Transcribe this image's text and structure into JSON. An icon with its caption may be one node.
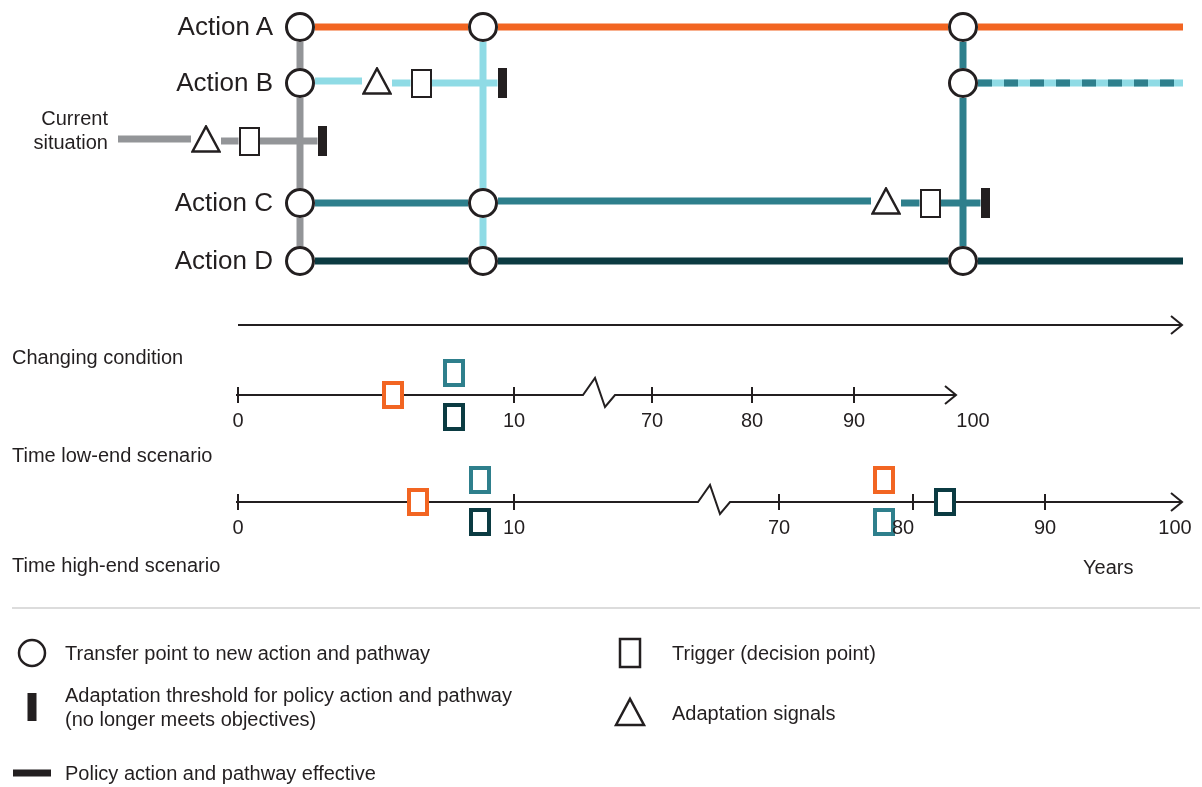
{
  "diagram": {
    "nodes": [
      {
        "text": [],
        "shape": "circle",
        "beside": [
          "Action A"
        ]
      },
      {
        "text": [],
        "shape": "circle"
      },
      {
        "text": [],
        "shape": "circle"
      },
      {
        "text": [],
        "shape": "circle",
        "beside": [
          "Action B"
        ]
      },
      {
        "text": [],
        "shape": "bar"
      },
      {
        "text": [],
        "shape": "circle"
      },
      {
        "text": [
          "Current situation"
        ]
      },
      {
        "text": [],
        "shape": "bar"
      },
      {
        "text": [],
        "shape": "circle",
        "beside": [
          "Action C"
        ]
      },
      {
        "text": [],
        "shape": "circle"
      },
      {
        "text": [],
        "shape": "bar"
      },
      {
        "text": [],
        "shape": "circle",
        "beside": [
          "Action D"
        ]
      },
      {
        "text": [],
        "shape": "circle"
      },
      {
        "text": [],
        "shape": "circle"
      },
      {
        "text": [],
        "shape": "triangle"
      },
      {
        "text": [],
        "shape": "box"
      },
      {
        "text": [],
        "shape": "triangle"
      },
      {
        "text": [],
        "shape": "box"
      },
      {
        "text": [],
        "shape": "triangle"
      },
      {
        "text": [],
        "shape": "box"
      }
    ],
    "edges": [
      {
        "from": 6,
        "to": 14,
        "arrow": "none",
        "color": "#939598"
      },
      {
        "from": 0,
        "to": 3,
        "arrow": "none",
        "color": "#939598"
      },
      {
        "from": 3,
        "to": 8,
        "arrow": "none",
        "color": "#939598"
      },
      {
        "from": 8,
        "to": 11,
        "arrow": "none",
        "color": "#939598"
      },
      {
        "from": 0,
        "to": 1,
        "arrow": "none",
        "color": "#f26522"
      },
      {
        "from": 1,
        "to": 2,
        "arrow": "none",
        "color": "#f26522"
      },
      {
        "from": 2,
        "to": null,
        "arrow": "none",
        "color": "#f26522"
      },
      {
        "from": 3,
        "to": 16,
        "arrow": "none",
        "color": "#8fdbe5"
      },
      {
        "from": 1,
        "to": 9,
        "arrow": "none",
        "color": "#8fdbe5"
      },
      {
        "from": 9,
        "to": 12,
        "arrow": "none",
        "color": "#8fdbe5"
      },
      {
        "from": 8,
        "to": 9,
        "arrow": "none",
        "color": "#2e7f8c"
      },
      {
        "from": 9,
        "to": 18,
        "arrow": "none",
        "color": "#2e7f8c"
      },
      {
        "from": 2,
        "to": 5,
        "arrow": "none",
        "color": "#2e7f8c"
      },
      {
        "from": 5,
        "to": 13,
        "arrow": "none",
        "color": "#2e7f8c"
      },
      {
        "from": 5,
        "to": null,
        "arrow": "none",
        "style": "dashed",
        "color": "#2e7f8c"
      },
      {
        "from": 11,
        "to": 12,
        "arrow": "none",
        "color": "#0b3b42"
      },
      {
        "from": 12,
        "to": 13,
        "arrow": "none",
        "color": "#0b3b42"
      },
      {
        "from": 13,
        "to": null,
        "arrow": "none",
        "color": "#0b3b42"
      },
      {
        "from": 14,
        "to": 15,
        "arrow": "none",
        "color": "#939598"
      },
      {
        "from": 15,
        "to": 7,
        "arrow": "none",
        "color": "#939598"
      },
      {
        "from": 16,
        "to": 17,
        "arrow": "none",
        "color": "#8fdbe5"
      },
      {
        "from": 17,
        "to": 4,
        "arrow": "none",
        "color": "#8fdbe5"
      },
      {
        "from": 18,
        "to": 19,
        "arrow": "none",
        "color": "#2e7f8c"
      },
      {
        "from": 19,
        "to": 10,
        "arrow": "none",
        "color": "#2e7f8c"
      }
    ],
    "labels": [
      "Changing condition",
      "0",
      "10",
      "70",
      "80",
      "90",
      "100",
      "Time low-end scenario",
      "0",
      "10",
      "70",
      "80",
      "90",
      "100",
      "Time high-end scenario",
      "Years"
    ],
    "legend": [
      {
        "text": "Transfer point to new action and pathway"
      },
      {
        "text": "Adaptation threshold for policy action and pathway (no longer meets objectives)"
      },
      {
        "text": "Policy action and pathway effective"
      },
      {
        "text": "Trigger (decision point)"
      },
      {
        "text": "Adaptation signals"
      }
    ]
  }
}
